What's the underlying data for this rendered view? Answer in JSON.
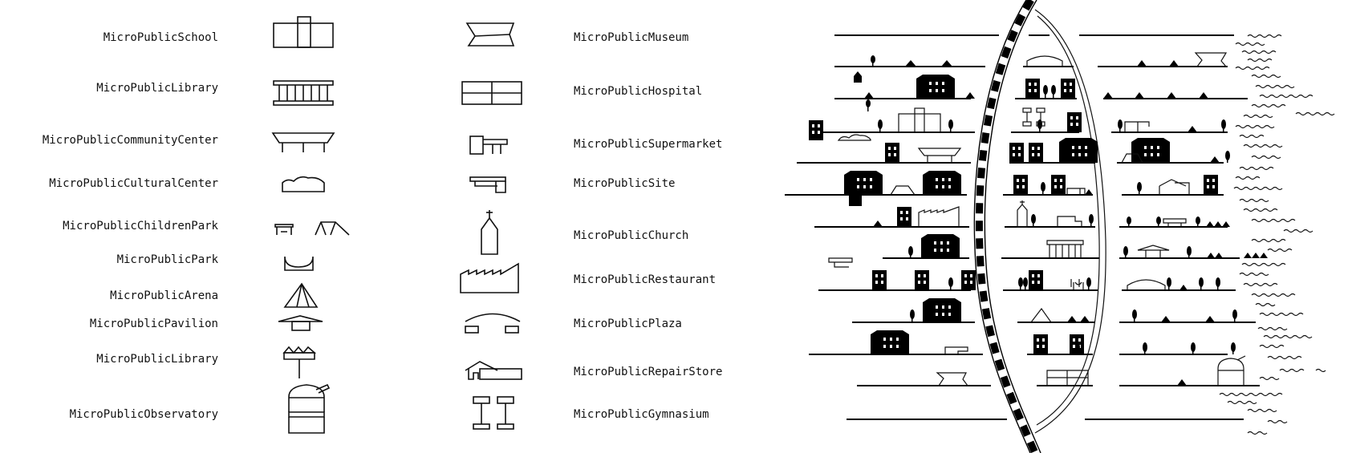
{
  "legend_left": [
    "MicroPublicSchool",
    "MicroPublicLibrary",
    "MicroPublicCommunityCenter",
    "MicroPublicCulturalCenter",
    "MicroPublicChildrenPark",
    "MicroPublicPark",
    "MicroPublicArena",
    "MicroPublicPavilion",
    "MicroPublicLibrary",
    "MicroPublicObservatory"
  ],
  "legend_right": [
    "MicroPublicMuseum",
    "MicroPublicHospital",
    "MicroPublicSupermarket",
    "MicroPublicSite",
    "MicroPublicChurch",
    "MicroPublicRestaurant",
    "MicroPublicPlaza",
    "MicroPublicRepairStore",
    "MicroPublicGymnasium"
  ],
  "colors": {
    "ink": "#111111",
    "background": "#ffffff"
  }
}
